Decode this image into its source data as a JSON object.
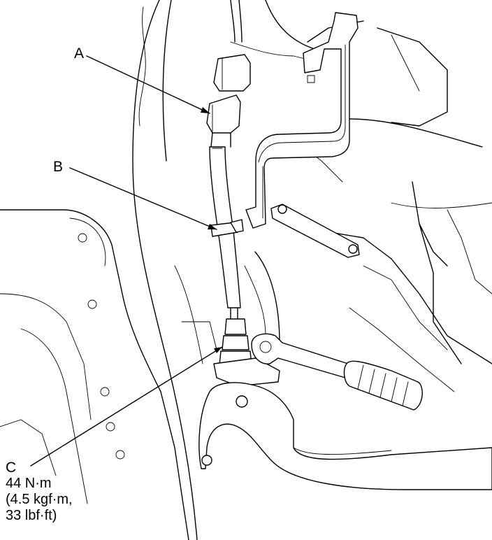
{
  "callouts": {
    "a": "A",
    "b": "B",
    "c": "C"
  },
  "torque_spec": {
    "metric": "44 N·m",
    "kgf": "(4.5 kgf·m,",
    "imperial": "33 lbf·ft)"
  }
}
